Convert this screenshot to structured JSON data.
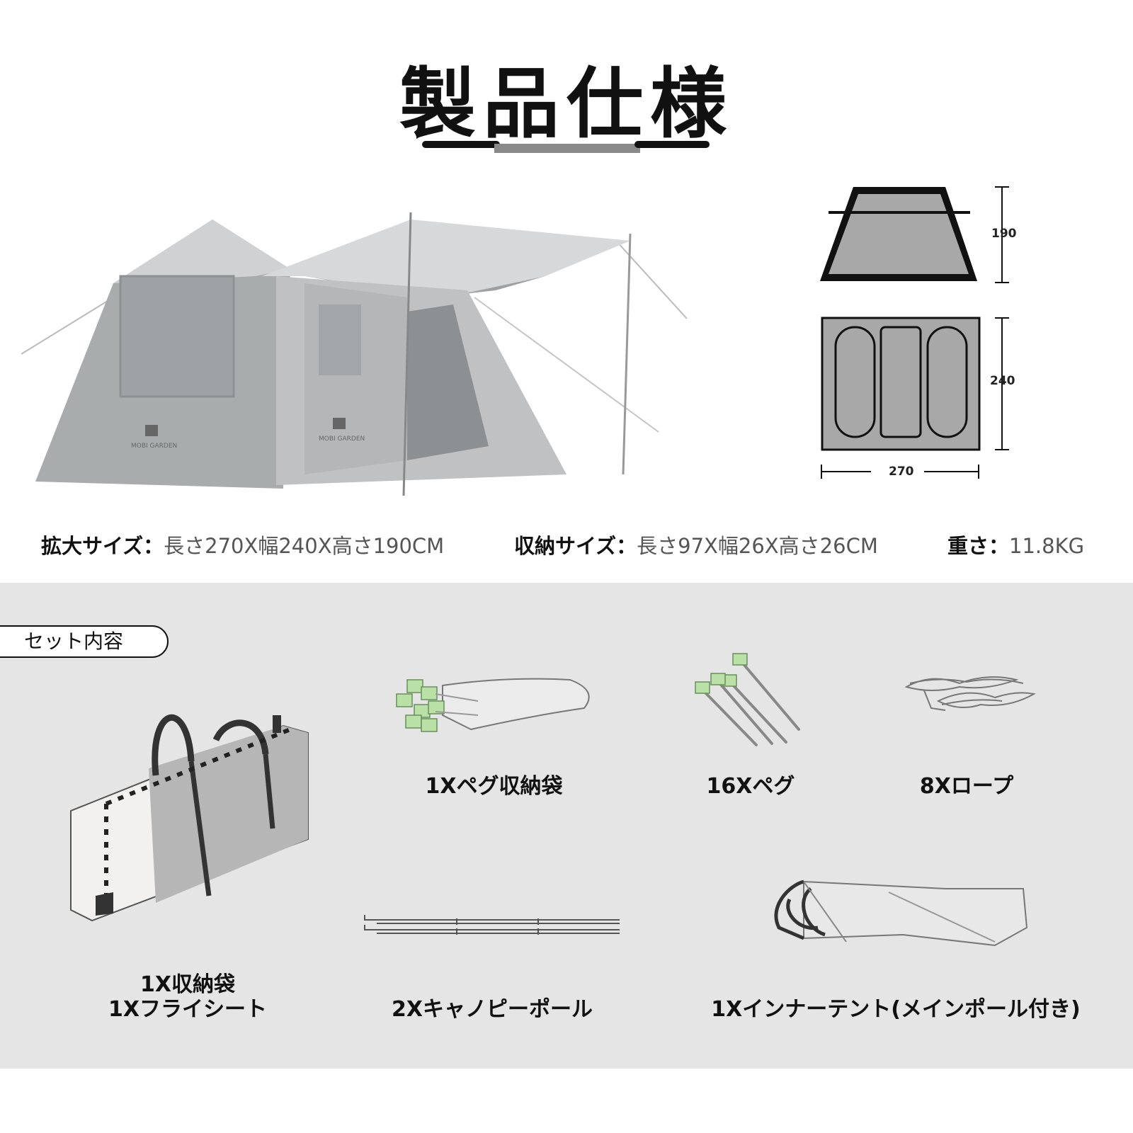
{
  "title": "製品仕様",
  "diagram": {
    "height_label": "190",
    "depth_label": "240",
    "width_label": "270"
  },
  "specs": {
    "expanded_label": "拡大サイズ：",
    "expanded_value": "長さ270X幅240X高さ190CM",
    "packed_label": "収納サイズ：",
    "packed_value": "長さ97X幅26X高さ26CM",
    "weight_label": "重さ：",
    "weight_value": "11.8KG"
  },
  "set_contents": {
    "badge": "セット内容",
    "items": [
      {
        "label": "1Xペグ収納袋"
      },
      {
        "label": "16Xペグ"
      },
      {
        "label": "8Xロープ"
      },
      {
        "label_line1": "1X収納袋",
        "label_line2": "1Xフライシート"
      },
      {
        "label": "2Xキャノピーポール"
      },
      {
        "label": "1Xインナーテント(メインポール付き)"
      }
    ]
  },
  "brand_text": "MOBI GARDEN",
  "colors": {
    "panel_bg": "#e5e5e5",
    "peg_head": "#b9e0a5",
    "tent_grey": "#a9acad"
  }
}
